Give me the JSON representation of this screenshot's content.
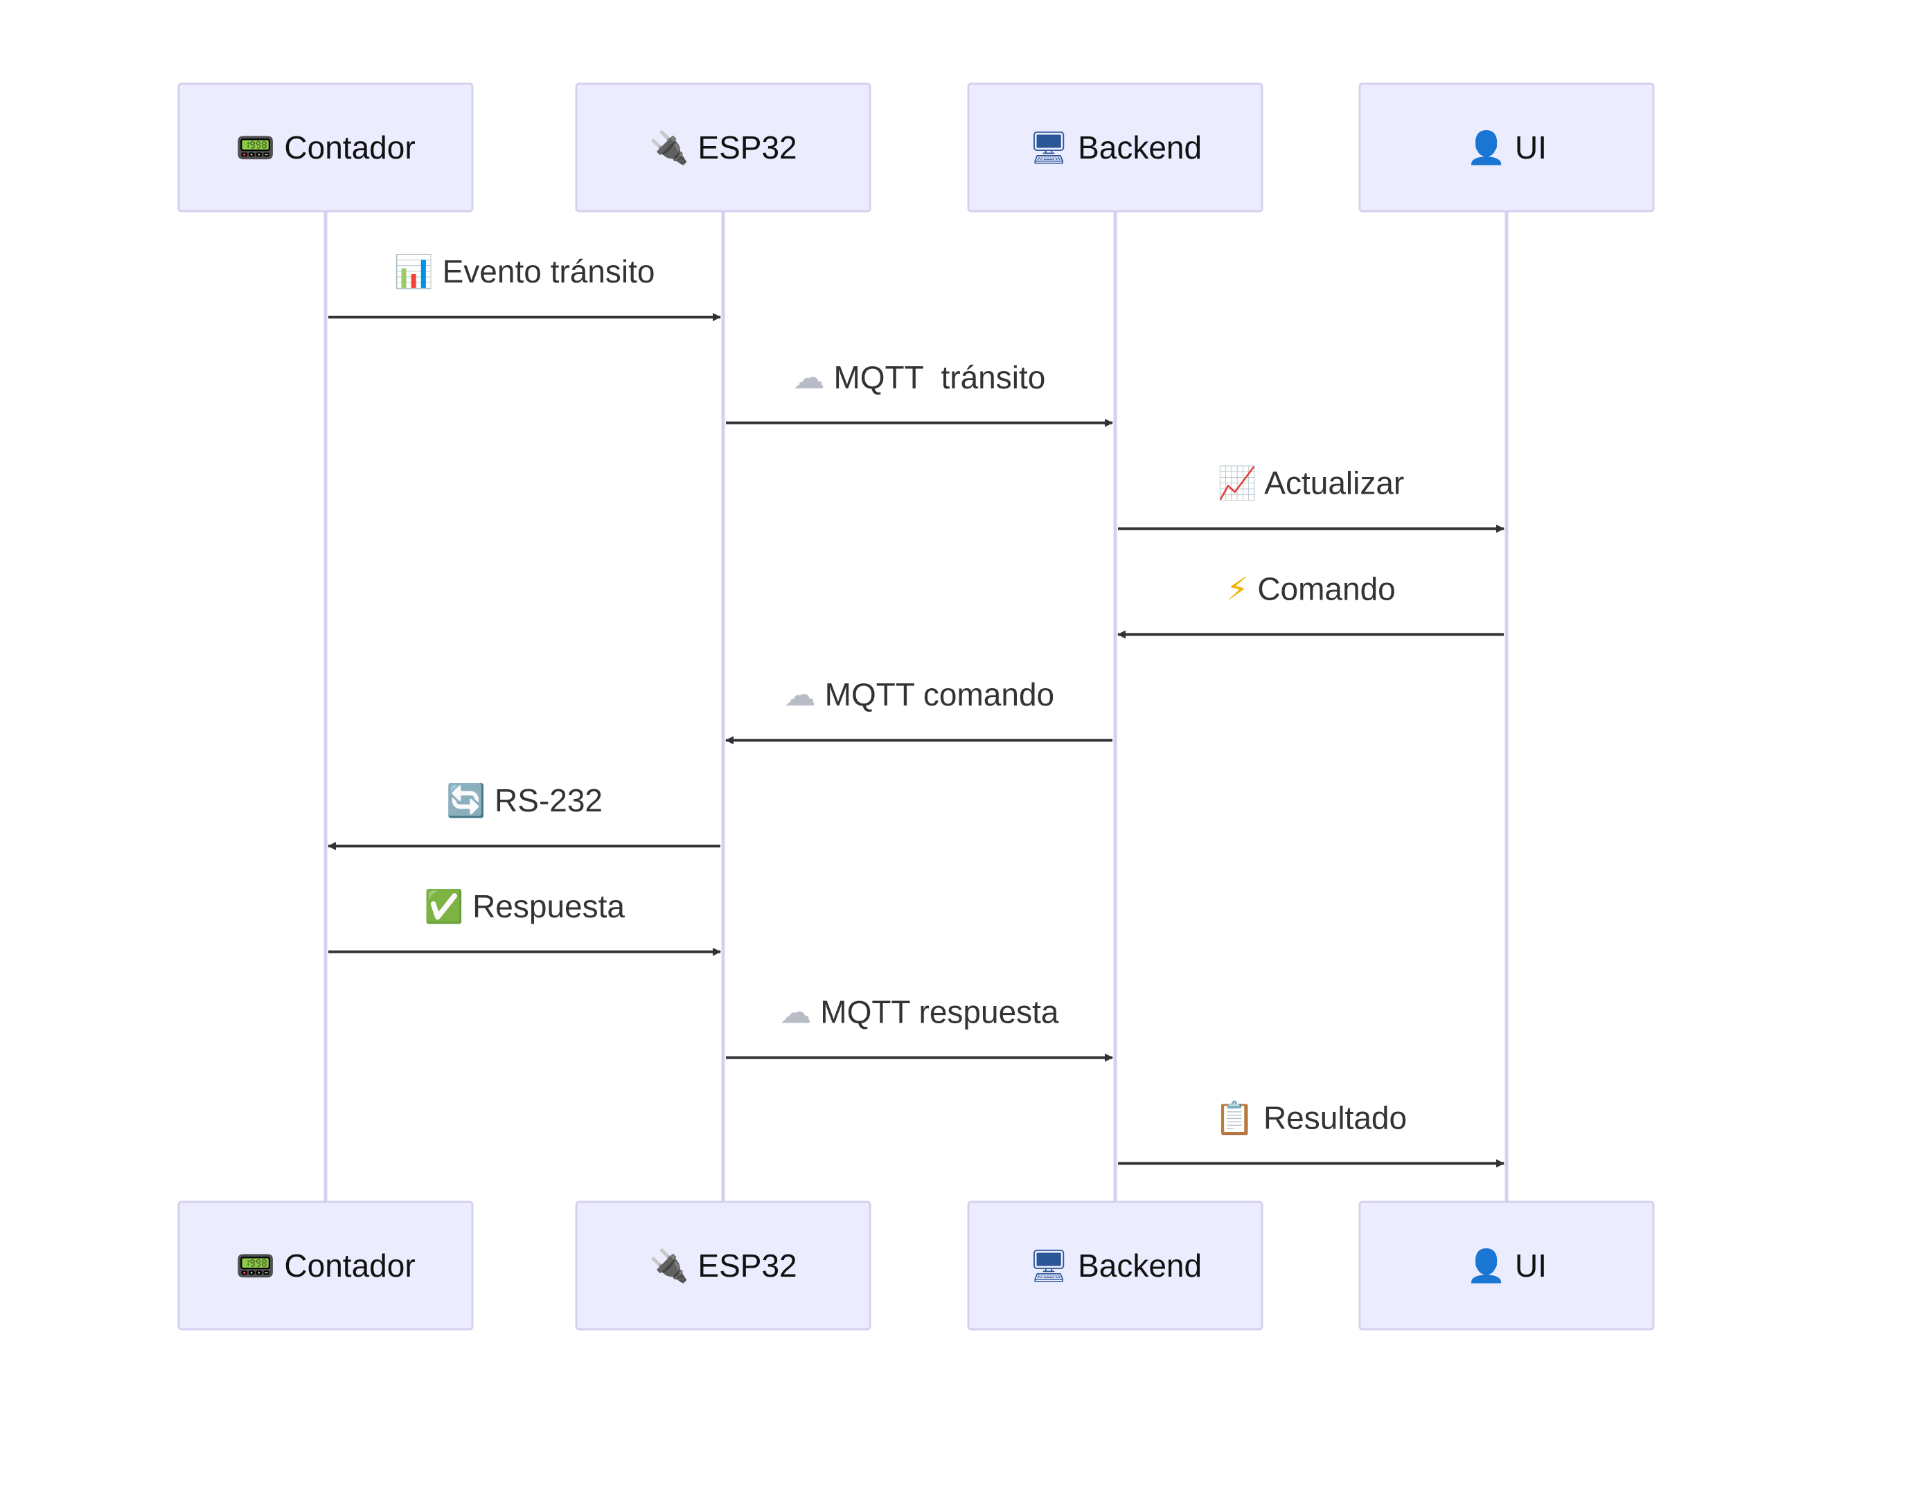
{
  "diagram_type": "sequence",
  "actors": [
    {
      "id": "contador",
      "icon": "pager",
      "icon_glyph": "📟",
      "label": "Contador",
      "icon_color": "#222222"
    },
    {
      "id": "esp32",
      "icon": "electric-plug",
      "icon_glyph": "🔌",
      "label": "ESP32",
      "icon_color": "#333333"
    },
    {
      "id": "backend",
      "icon": "desktop-computer",
      "icon_glyph": "🖥",
      "label": "Backend",
      "icon_color": "#2b5797"
    },
    {
      "id": "ui",
      "icon": "user",
      "icon_glyph": "👤",
      "label": "UI",
      "icon_color": "#3a6fb5"
    }
  ],
  "messages": [
    {
      "from": "contador",
      "to": "esp32",
      "icon": "bar-chart",
      "icon_glyph": "📊",
      "label": "Evento tránsito",
      "icon_color": "#3b7bd8"
    },
    {
      "from": "esp32",
      "to": "backend",
      "icon": "cloud",
      "icon_glyph": "☁",
      "label": "MQTT  tránsito",
      "icon_color": "#b8bcc6"
    },
    {
      "from": "backend",
      "to": "ui",
      "icon": "chart-increasing",
      "icon_glyph": "📈",
      "label": "Actualizar",
      "icon_color": "#d23a3a"
    },
    {
      "from": "ui",
      "to": "backend",
      "icon": "lightning",
      "icon_glyph": "⚡",
      "label": "Comando",
      "icon_color": "#f2b200"
    },
    {
      "from": "backend",
      "to": "esp32",
      "icon": "cloud",
      "icon_glyph": "☁",
      "label": "MQTT comando",
      "icon_color": "#b8bcc6"
    },
    {
      "from": "esp32",
      "to": "contador",
      "icon": "arrows-cycle",
      "icon_glyph": "🔄",
      "label": "RS-232",
      "icon_color": "#3b8ee8"
    },
    {
      "from": "contador",
      "to": "esp32",
      "icon": "check-box",
      "icon_glyph": "✅",
      "label": "Respuesta",
      "icon_color": "#3aa63a"
    },
    {
      "from": "esp32",
      "to": "backend",
      "icon": "cloud",
      "icon_glyph": "☁",
      "label": "MQTT respuesta",
      "icon_color": "#b8bcc6"
    },
    {
      "from": "backend",
      "to": "ui",
      "icon": "clipboard",
      "icon_glyph": "📋",
      "label": "Resultado",
      "icon_color": "#c07a2a"
    }
  ]
}
